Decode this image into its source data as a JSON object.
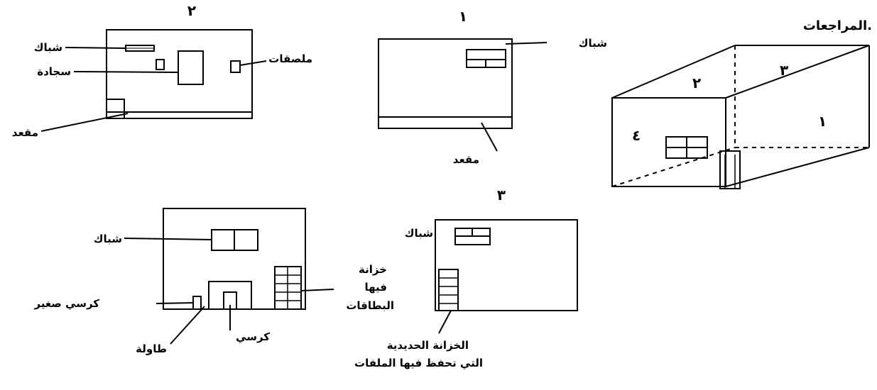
{
  "title": "المراجعات.",
  "room_3d": {
    "wall_numbers": [
      "١",
      "٢",
      "٣",
      "٤"
    ]
  },
  "wall_1": {
    "number": "١",
    "labels": {
      "window": "شباك",
      "bench": "مقعد"
    }
  },
  "wall_2": {
    "number": "٢",
    "labels": {
      "window": "شباك",
      "poster": "ملصقات",
      "rug": "سجادة",
      "bench": "مقعد"
    }
  },
  "wall_3": {
    "number": "٣",
    "labels": {
      "window": "شباك",
      "cabinet_line1": "الخزانة الحديدية",
      "cabinet_line2": "التي تحفظ فيها الملفات"
    }
  },
  "wall_4": {
    "labels": {
      "window": "شباك",
      "cards_line1": "خزانة",
      "cards_line2": "فيها",
      "cards_line3": "البطاقات",
      "small_chair": "كرسي صغير",
      "chair": "كرسي",
      "table": "طاولة"
    }
  },
  "colors": {
    "ink": "#000000",
    "paper": "#ffffff"
  }
}
